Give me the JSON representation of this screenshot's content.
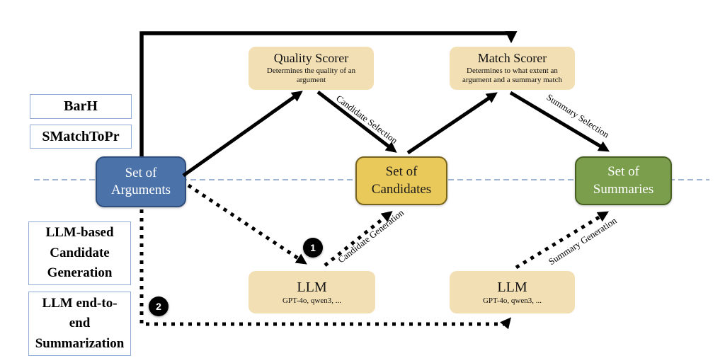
{
  "diagram": {
    "method_labels": {
      "barh": "BarH",
      "smatchtopr": "SMatchToPr",
      "llm_candidate_generation": "LLM-based\nCandidate\nGeneration",
      "llm_end_to_end": "LLM end-to-\nend\nSummarization"
    },
    "nodes": {
      "arguments": {
        "title": "Set of\nArguments"
      },
      "candidates": {
        "title": "Set of\nCandidates"
      },
      "summaries": {
        "title": "Set of\nSummaries"
      },
      "quality_scorer": {
        "title": "Quality Scorer",
        "subtitle": "Determines the quality of an\nargument"
      },
      "match_scorer": {
        "title": "Match Scorer",
        "subtitle": "Determines to what extent an\nargument and a summary match"
      },
      "llm_candidate": {
        "title": "LLM",
        "subtitle": "GPT-4o, qwen3, ..."
      },
      "llm_summary": {
        "title": "LLM",
        "subtitle": "GPT-4o, qwen3, ..."
      }
    },
    "edge_labels": {
      "candidate_selection": "Candidate Selection",
      "summary_selection": "Summary Selection",
      "candidate_generation": "Candidate Generation",
      "summary_generation": "Summary Generation"
    },
    "badges": {
      "route_one": "1",
      "route_two": "2"
    },
    "colors": {
      "arguments_fill": "#4B72A9",
      "arguments_border": "#2F4E7B",
      "candidates_fill": "#EAC95B",
      "candidates_border": "#77641C",
      "summaries_fill": "#7B9E4C",
      "summaries_border": "#475F20",
      "module_fill": "#F2DFB4",
      "legend_border": "#92ABD4",
      "separator_dash": "#9FB4D2",
      "arrow": "#000000"
    }
  }
}
